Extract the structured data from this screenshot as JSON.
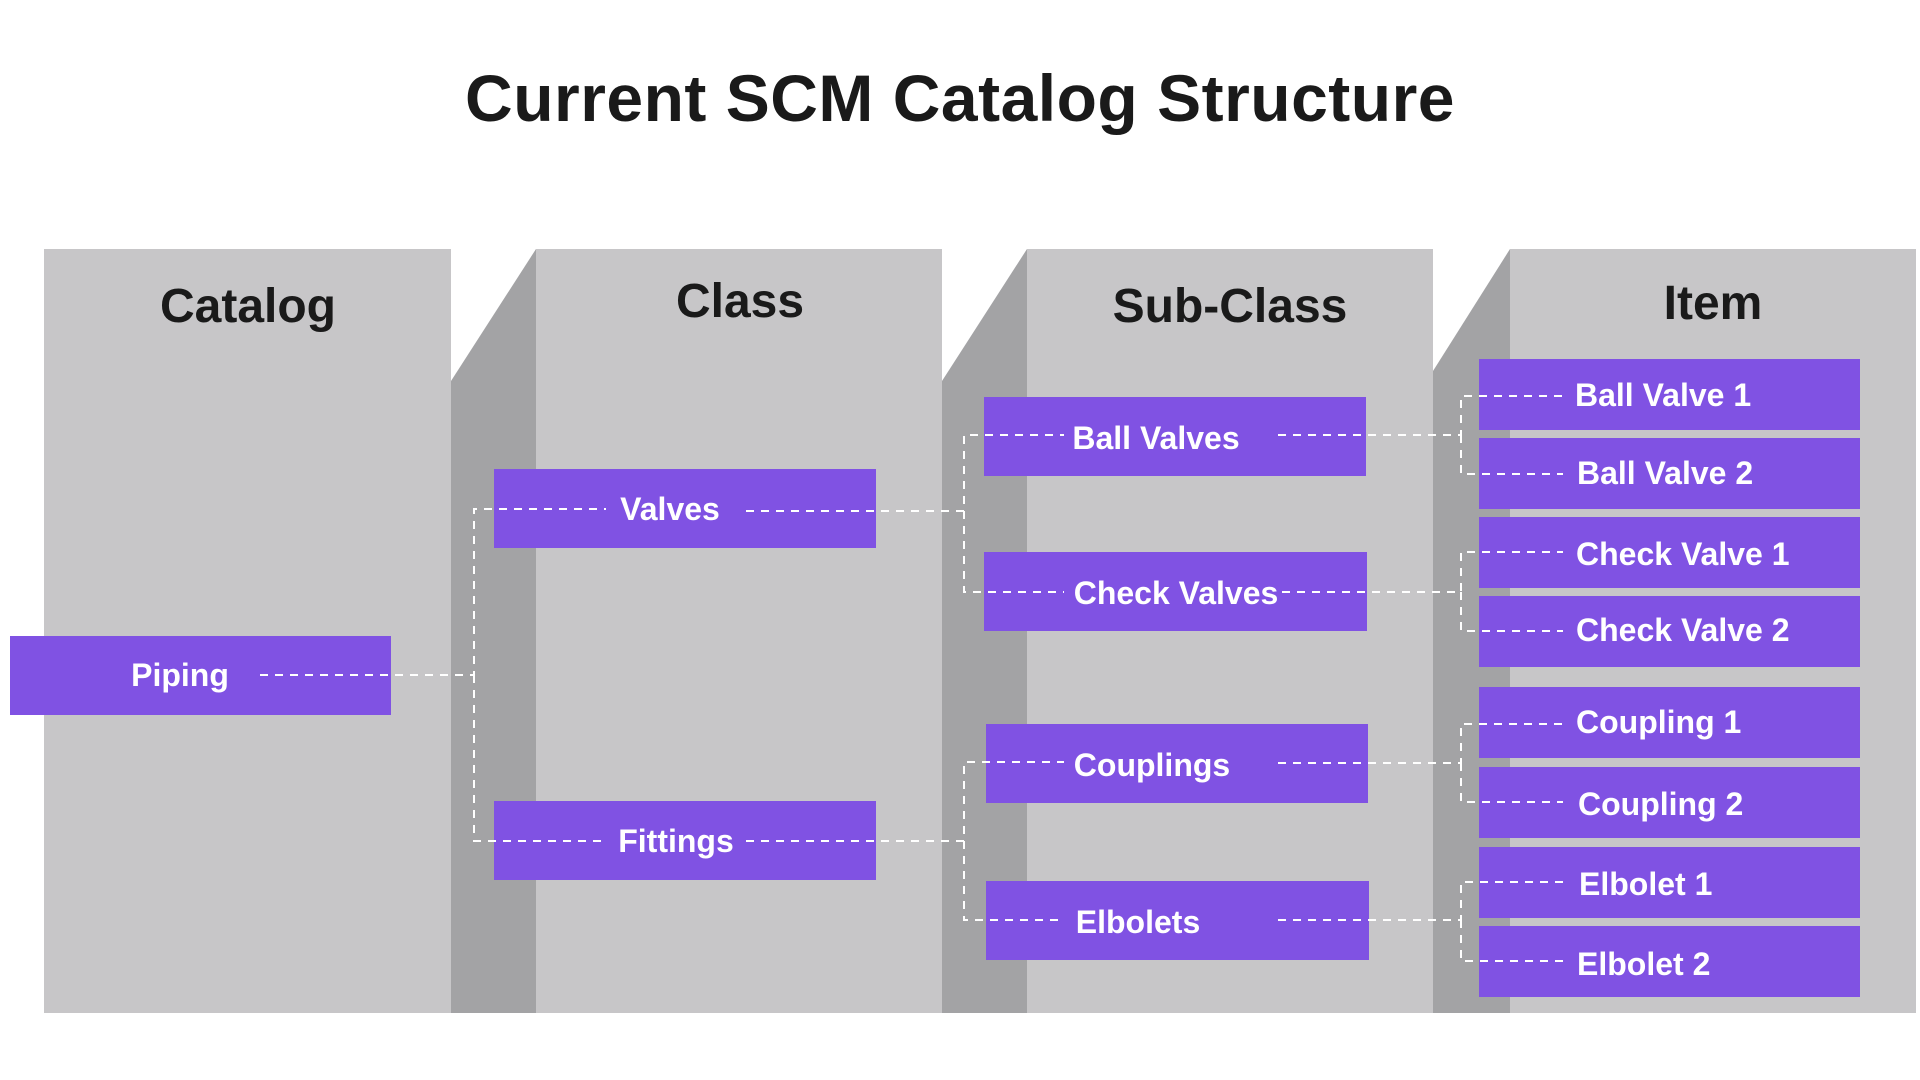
{
  "title": "Current SCM Catalog Structure",
  "colors": {
    "node_fill": "#8052e3",
    "panel_front": "#c7c6c8",
    "panel_side": "#a3a3a5",
    "connector": "#ffffff",
    "text_dark": "#1a1a1a"
  },
  "columns": {
    "catalog": "Catalog",
    "class": "Class",
    "subclass": "Sub-Class",
    "item": "Item"
  },
  "nodes": {
    "piping": "Piping",
    "valves": "Valves",
    "fittings": "Fittings",
    "ball_valves": "Ball Valves",
    "check_valves": "Check Valves",
    "couplings": "Couplings",
    "elbolets": "Elbolets",
    "ball_valve_1": "Ball Valve 1",
    "ball_valve_2": "Ball Valve 2",
    "check_valve_1": "Check Valve 1",
    "check_valve_2": "Check Valve 2",
    "coupling_1": "Coupling 1",
    "coupling_2": "Coupling 2",
    "elbolet_1": "Elbolet 1",
    "elbolet_2": "Elbolet 2"
  },
  "hierarchy": [
    {
      "from": "Piping",
      "to": [
        "Valves",
        "Fittings"
      ]
    },
    {
      "from": "Valves",
      "to": [
        "Ball Valves",
        "Check Valves"
      ]
    },
    {
      "from": "Fittings",
      "to": [
        "Couplings",
        "Elbolets"
      ]
    },
    {
      "from": "Ball Valves",
      "to": [
        "Ball Valve 1",
        "Ball Valve 2"
      ]
    },
    {
      "from": "Check Valves",
      "to": [
        "Check Valve 1",
        "Check Valve 2"
      ]
    },
    {
      "from": "Couplings",
      "to": [
        "Coupling 1",
        "Coupling 2"
      ]
    },
    {
      "from": "Elbolets",
      "to": [
        "Elbolet 1",
        "Elbolet 2"
      ]
    }
  ]
}
